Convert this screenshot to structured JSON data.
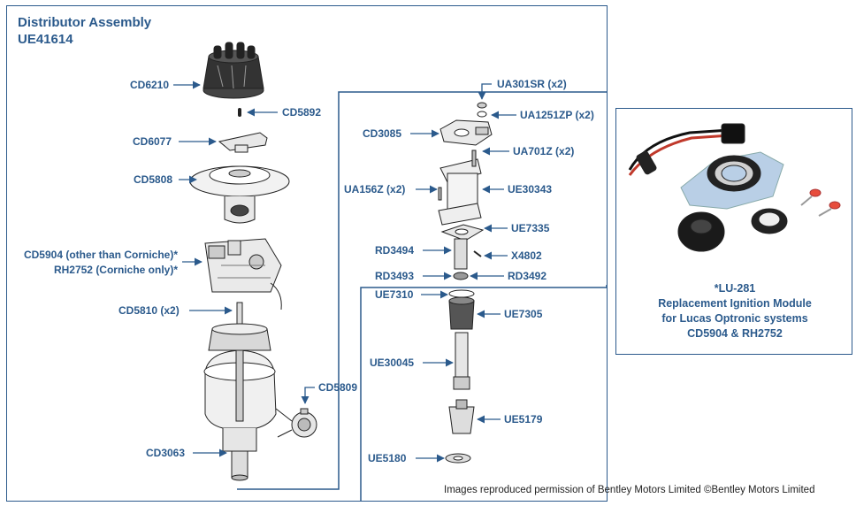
{
  "diagram": {
    "title": "Distributor Assembly",
    "part_number": "UE41614",
    "labels": {
      "cd6210": "CD6210",
      "cd5892": "CD5892",
      "cd6077": "CD6077",
      "cd5808": "CD5808",
      "cd5904": "CD5904 (other than Corniche)*",
      "rh2752": "RH2752 (Corniche only)*",
      "cd5810": "CD5810 (x2)",
      "cd5809": "CD5809",
      "cd3063": "CD3063",
      "ua301sr": "UA301SR (x2)",
      "ua1251zp": "UA1251ZP (x2)",
      "cd3085": "CD3085",
      "ua701z": "UA701Z (x2)",
      "ua156z": "UA156Z (x2)",
      "ue30343": "UE30343",
      "ue7335": "UE7335",
      "rd3494": "RD3494",
      "x4802": "X4802",
      "rd3493": "RD3493",
      "rd3492": "RD3492",
      "ue7310": "UE7310",
      "ue7305": "UE7305",
      "ue30045": "UE30045",
      "ue5179": "UE5179",
      "ue5180": "UE5180"
    },
    "credit": "Images reproduced permission of Bentley Motors Limited ©Bentley Motors Limited"
  },
  "inset": {
    "line1": "*LU-281",
    "line2": "Replacement Ignition Module",
    "line3": "for Lucas Optronic systems",
    "line4": "CD5904 & RH2752"
  },
  "colors": {
    "accent": "#2b5a8c",
    "text": "#222222"
  }
}
